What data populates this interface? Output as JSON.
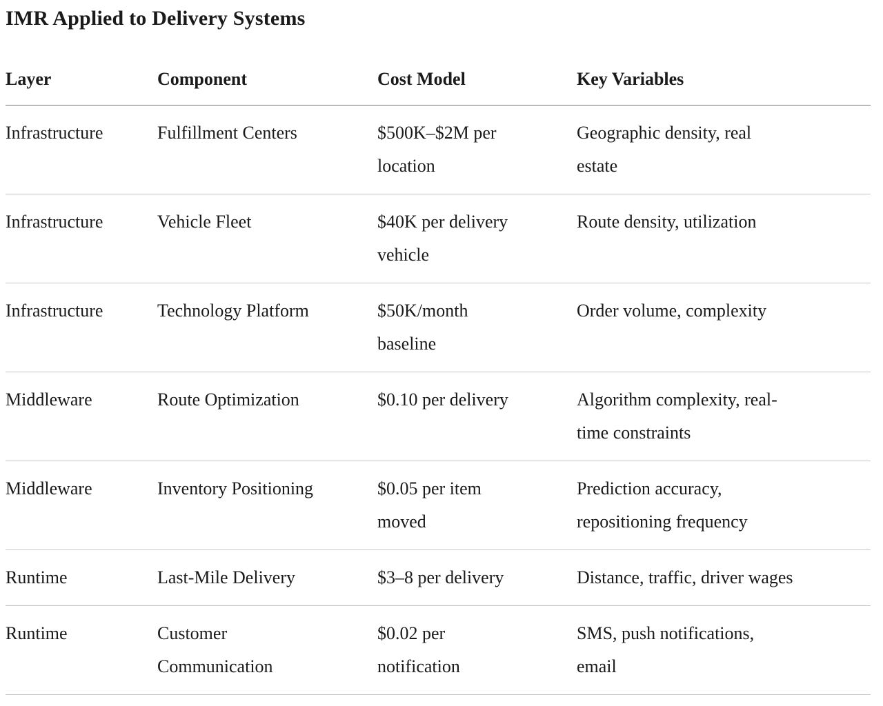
{
  "title": "IMR Applied to Delivery Systems",
  "colors": {
    "text": "#1a1a1a",
    "header_rule": "#6e6e6e",
    "row_rule": "#c5c5c5",
    "background": "#ffffff"
  },
  "table": {
    "columns": {
      "layer": "Layer",
      "component": "Component",
      "cost_model": "Cost Model",
      "key_variables": "Key Variables"
    },
    "rows": [
      {
        "layer": "Infrastructure",
        "component": "Fulfillment Centers",
        "cost_model": "$500K–$2M per\nlocation",
        "key_variables": "Geographic density, real\nestate"
      },
      {
        "layer": "Infrastructure",
        "component": "Vehicle Fleet",
        "cost_model": "$40K per delivery\nvehicle",
        "key_variables": "Route density, utilization"
      },
      {
        "layer": "Infrastructure",
        "component": "Technology Platform",
        "cost_model": "$50K/month\nbaseline",
        "key_variables": "Order volume, complexity"
      },
      {
        "layer": "Middleware",
        "component": "Route Optimization",
        "cost_model": "$0.10 per delivery",
        "key_variables": "Algorithm complexity, real-\ntime constraints"
      },
      {
        "layer": "Middleware",
        "component": "Inventory Positioning",
        "cost_model": "$0.05 per item\nmoved",
        "key_variables": "Prediction accuracy,\nrepositioning frequency"
      },
      {
        "layer": "Runtime",
        "component": "Last-Mile Delivery",
        "cost_model": "$3–8 per delivery",
        "key_variables": "Distance, traffic, driver wages"
      },
      {
        "layer": "Runtime",
        "component": "Customer\nCommunication",
        "cost_model": "$0.02 per\nnotification",
        "key_variables": "SMS, push notifications,\nemail"
      }
    ]
  }
}
